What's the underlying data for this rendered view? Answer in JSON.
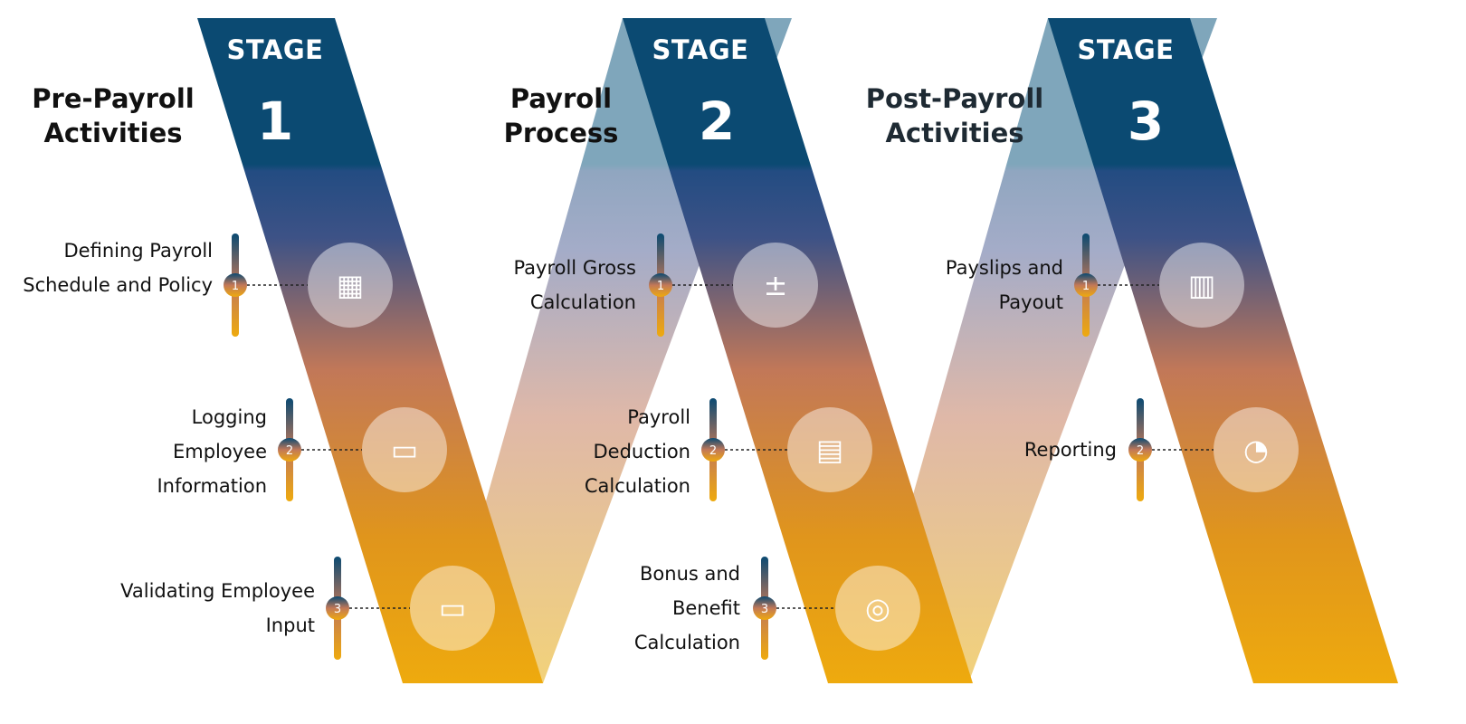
{
  "colors": {
    "navy": "#0b4a72",
    "mid": "#3d5286",
    "rose": "#c27858",
    "amber": "#e0951c",
    "gold": "#eeaa0e"
  },
  "stages": [
    {
      "word": "STAGE",
      "number": "1",
      "title_line1": "Pre-Payroll",
      "title_line2": "Activities",
      "steps": [
        {
          "num": "1",
          "label": "Defining Payroll Schedule and Policy",
          "icon": "calendar-icon"
        },
        {
          "num": "2",
          "label": "Logging Employee Information",
          "icon": "id-card-icon"
        },
        {
          "num": "3",
          "label": "Validating Employee Input",
          "icon": "employee-card-icon"
        }
      ]
    },
    {
      "word": "STAGE",
      "number": "2",
      "title_line1": "Payroll",
      "title_line2": "Process",
      "steps": [
        {
          "num": "1",
          "label": "Payroll Gross Calculation",
          "icon": "math-operators-icon"
        },
        {
          "num": "2",
          "label": "Payroll Deduction Calculation",
          "icon": "calculator-icon"
        },
        {
          "num": "3",
          "label": "Bonus and Benefit Calculation",
          "icon": "hand-coin-icon"
        }
      ]
    },
    {
      "word": "STAGE",
      "number": "3",
      "title_line1": "Post-Payroll",
      "title_line2": "Activities",
      "steps": [
        {
          "num": "1",
          "label": "Payslips and Payout",
          "icon": "cash-register-icon"
        },
        {
          "num": "2",
          "label": "Reporting",
          "icon": "monitor-chart-icon"
        }
      ]
    }
  ]
}
